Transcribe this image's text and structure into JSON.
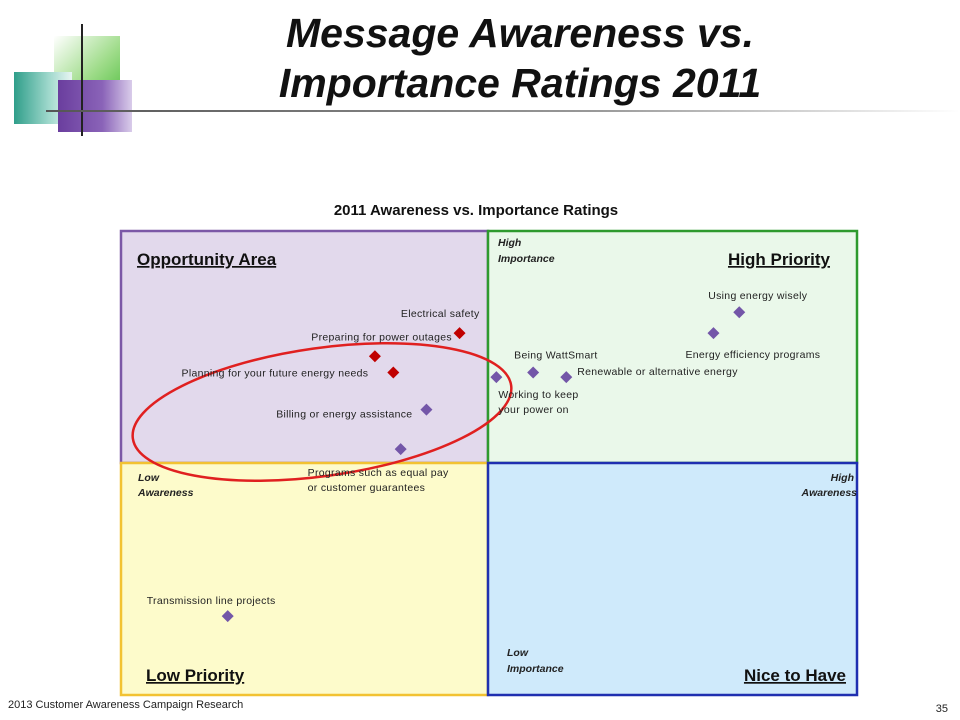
{
  "slide": {
    "title_line1": "Message Awareness vs.",
    "title_line2": "Importance Ratings 2011",
    "footer_left": "2013 Customer Awareness Campaign Research",
    "page_number": "35"
  },
  "colors": {
    "opportunity_fill": "#E2D9EC",
    "opportunity_border": "#7B58A6",
    "high_priority_fill": "#EAF8EA",
    "high_priority_border": "#2E9A2E",
    "low_priority_fill": "#FDFBCB",
    "low_priority_border": "#F2C232",
    "nice_fill": "#CFEAFB",
    "nice_border": "#1F2FB0",
    "marker_highlight": "#C00000",
    "marker_default": "#7356A8",
    "circle": "#E02020"
  },
  "chart_data": {
    "type": "scatter",
    "title": "2011 Awareness vs. Importance Ratings",
    "quadrants": [
      {
        "key": "opportunity",
        "label": "Opportunity Area"
      },
      {
        "key": "high_priority",
        "label": "High Priority"
      },
      {
        "key": "low_priority",
        "label": "Low Priority"
      },
      {
        "key": "nice_to_have",
        "label": "Nice to Have"
      }
    ],
    "axis_labels": {
      "high_importance": "High Importance",
      "low_importance": "Low Importance",
      "low_awareness": "Low Awareness",
      "high_awareness": "High Awareness"
    },
    "x_range": [
      0,
      100
    ],
    "y_range": [
      0,
      100
    ],
    "points": [
      {
        "label": "Using energy wisely",
        "x": 84,
        "y": 82.5,
        "highlight": false
      },
      {
        "label": "Energy efficiency programs",
        "x": 80.5,
        "y": 78,
        "highlight": false
      },
      {
        "label": "Electrical safety",
        "x": 46,
        "y": 78,
        "highlight": true
      },
      {
        "label": "Preparing for power outages",
        "x": 34.5,
        "y": 73,
        "highlight": true
      },
      {
        "label": "Planning for your future energy needs",
        "x": 37,
        "y": 69.5,
        "highlight": true
      },
      {
        "label": "Being WattSmart",
        "x": 56,
        "y": 69.5,
        "highlight": false
      },
      {
        "label": "Renewable or alternative energy",
        "x": 60.5,
        "y": 68.5,
        "highlight": false
      },
      {
        "label": "Working to keep your power on",
        "x": 51,
        "y": 68.5,
        "highlight": false
      },
      {
        "label": "Billing or energy assistance",
        "x": 41.5,
        "y": 61.5,
        "highlight": false
      },
      {
        "label": "Programs such as equal pay or customer guarantees",
        "x": 38,
        "y": 53,
        "highlight": false
      },
      {
        "label": "Transmission line projects",
        "x": 14.5,
        "y": 17,
        "highlight": false
      }
    ]
  }
}
